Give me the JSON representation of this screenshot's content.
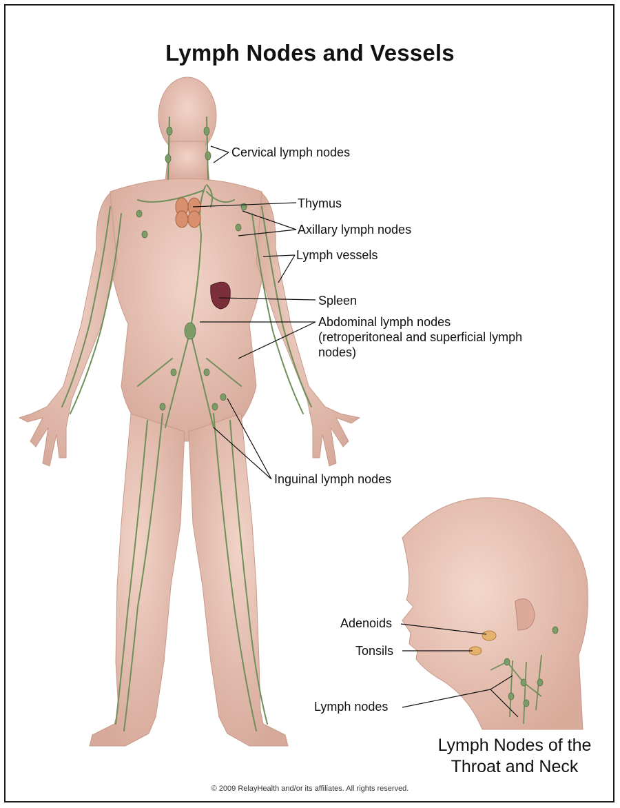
{
  "title": "Lymph Nodes and Vessels",
  "labels": {
    "cervical": "Cervical lymph nodes",
    "thymus": "Thymus",
    "axillary": "Axillary lymph nodes",
    "vessels": "Lymph vessels",
    "spleen": "Spleen",
    "abdominal": "Abdominal lymph nodes (retroperitoneal and superficial lymph nodes)",
    "inguinal": "Inguinal lymph nodes"
  },
  "inset": {
    "caption": "Lymph Nodes of the Throat and Neck",
    "labels": {
      "adenoids": "Adenoids",
      "tonsils": "Tonsils",
      "lymph_nodes": "Lymph nodes"
    }
  },
  "copyright": "© 2009 RelayHealth and/or its affiliates.  All rights reserved.",
  "colors": {
    "skin": "#e7c3b6",
    "skin_shadow": "#d2a596",
    "lymph": "#6f8f5a",
    "thymus": "#d9906f",
    "spleen": "#7a2f3a"
  }
}
